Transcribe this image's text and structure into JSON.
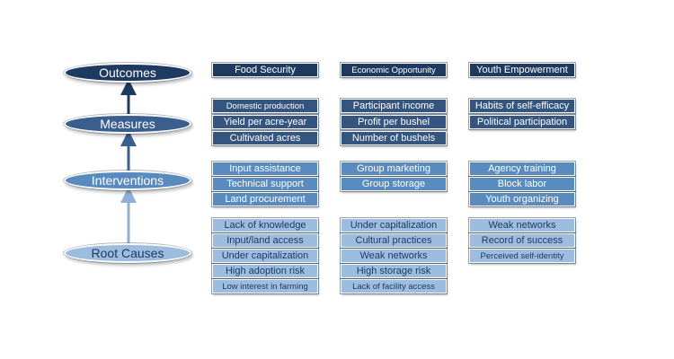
{
  "levels": {
    "outcomes": "Outcomes",
    "measures": "Measures",
    "interventions": "Interventions",
    "root_causes": "Root Causes"
  },
  "columns": [
    {
      "outcome": "Food Security",
      "measures": [
        "Domestic production",
        "Yield per acre-year",
        "Cultivated acres"
      ],
      "interventions": [
        "Input assistance",
        "Technical support",
        "Land procurement"
      ],
      "root_causes": [
        "Lack of knowledge",
        "Input/land access",
        "Under capitalization",
        "High adoption risk",
        "Low interest in farming"
      ]
    },
    {
      "outcome": "Economic Opportunity",
      "measures": [
        "Participant income",
        "Profit per bushel",
        "Number of bushels"
      ],
      "interventions": [
        "Group marketing",
        "Group storage"
      ],
      "root_causes": [
        "Under capitalization",
        "Cultural practices",
        "Weak networks",
        "High storage risk",
        "Lack of facility access"
      ]
    },
    {
      "outcome": "Youth Empowerment",
      "measures": [
        "Habits of self-efficacy",
        "Political participation"
      ],
      "interventions": [
        "Agency training",
        "Block labor",
        "Youth organizing"
      ],
      "root_causes": [
        "Weak networks",
        "Record of success",
        "Perceived self-identity"
      ]
    }
  ],
  "colors": {
    "outcome": "#1f3a60",
    "measure": "#34557f",
    "intervention": "#5a8bbf",
    "root": "#9cbde0"
  }
}
